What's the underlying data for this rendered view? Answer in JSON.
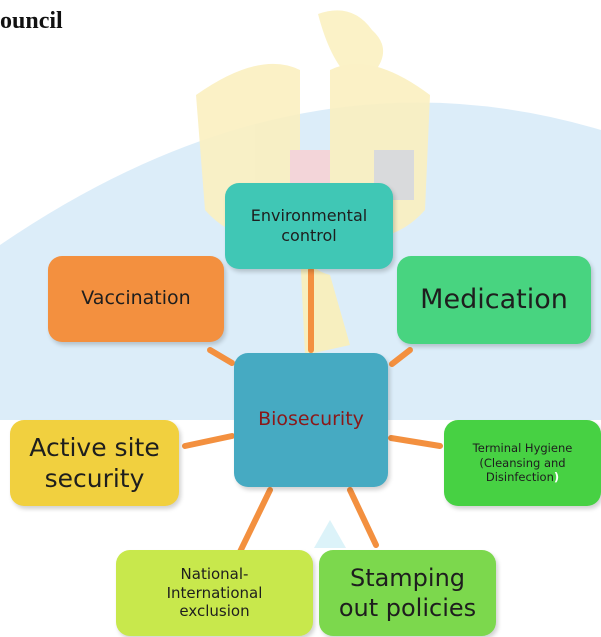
{
  "header": {
    "title": "ouncil"
  },
  "diagram": {
    "center": {
      "label": "Biosecurity",
      "color": "#46aac2",
      "text_color": "#8b1818"
    },
    "nodes": {
      "environmental_control": {
        "lines": [
          "Environmental",
          "control"
        ],
        "color": "#40c7b5"
      },
      "vaccination": {
        "label": "Vaccination",
        "color": "#f3903f"
      },
      "medication": {
        "label": "Medication",
        "color": "#48d480"
      },
      "active_site_security": {
        "lines": [
          "Active site",
          "security"
        ],
        "color": "#f1d03f"
      },
      "terminal_hygiene": {
        "lines": [
          "Terminal Hygiene",
          "(Cleansing and",
          "Disinfection"
        ],
        "suffix": ")",
        "color": "#47d143"
      },
      "national_international_exclusion": {
        "lines": [
          "National-",
          "International",
          "exclusion"
        ],
        "color": "#c8e84c"
      },
      "stamping_out_policies": {
        "lines": [
          "Stamping",
          "out policies"
        ],
        "color": "#7cd84d"
      }
    },
    "connector_color": "#f3903f"
  },
  "watermark": {
    "description_icon": "eagle-emblem",
    "arc_color": "#cfe6f6",
    "emblem_color": "#f7e9a8"
  }
}
